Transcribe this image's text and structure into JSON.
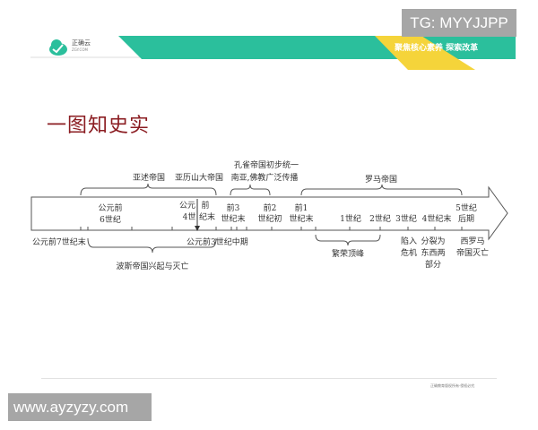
{
  "watermarks": {
    "top": "TG: MYYJJPP",
    "bottom": "www.ayzyzy.com"
  },
  "header": {
    "logo_text": "正确云",
    "logo_sub": "ZGY.COM",
    "slogan": "聚焦核心素养 探索改革",
    "colors": {
      "teal": "#2bbf9c",
      "yellow": "#f5d43a"
    }
  },
  "title": "一图知史实",
  "timeline": {
    "above": {
      "assyria": "亚述帝国",
      "alexander": "亚历山大帝国",
      "maurya_1": "孔雀帝国初步统一",
      "maurya_2": "南亚,佛教广泛传播",
      "rome": "罗马帝国"
    },
    "inside": {
      "bc6_1": "公元前",
      "bc6_2": "6世纪",
      "bc4a_1": "公元",
      "bc4a_2": "4世",
      "bc4b_1": "前",
      "bc4b_2": "纪末",
      "bc3_1": "前3",
      "bc3_2": "世纪末",
      "bc2_1": "前2",
      "bc2_2": "世纪初",
      "bc1_1": "前1",
      "bc1_2": "世纪末",
      "c1": "1世纪",
      "c2": "2世纪",
      "c3": "3世纪",
      "c4": "4世纪末",
      "c5_1": "5世纪",
      "c5_2": "后期"
    },
    "below": {
      "bc7": "公元前7世纪末",
      "bc3mid": "公元前3世纪中期",
      "persia": "波斯帝国兴起与灭亡",
      "peak": "繁荣顶峰",
      "crisis_1": "陷入",
      "crisis_2": "危机",
      "split_1": "分裂为",
      "split_2": "东西两",
      "split_3": "部分",
      "fall_1": "西罗马",
      "fall_2": "帝国灭亡"
    }
  },
  "footer": "正确教育版权所有·侵权必究"
}
